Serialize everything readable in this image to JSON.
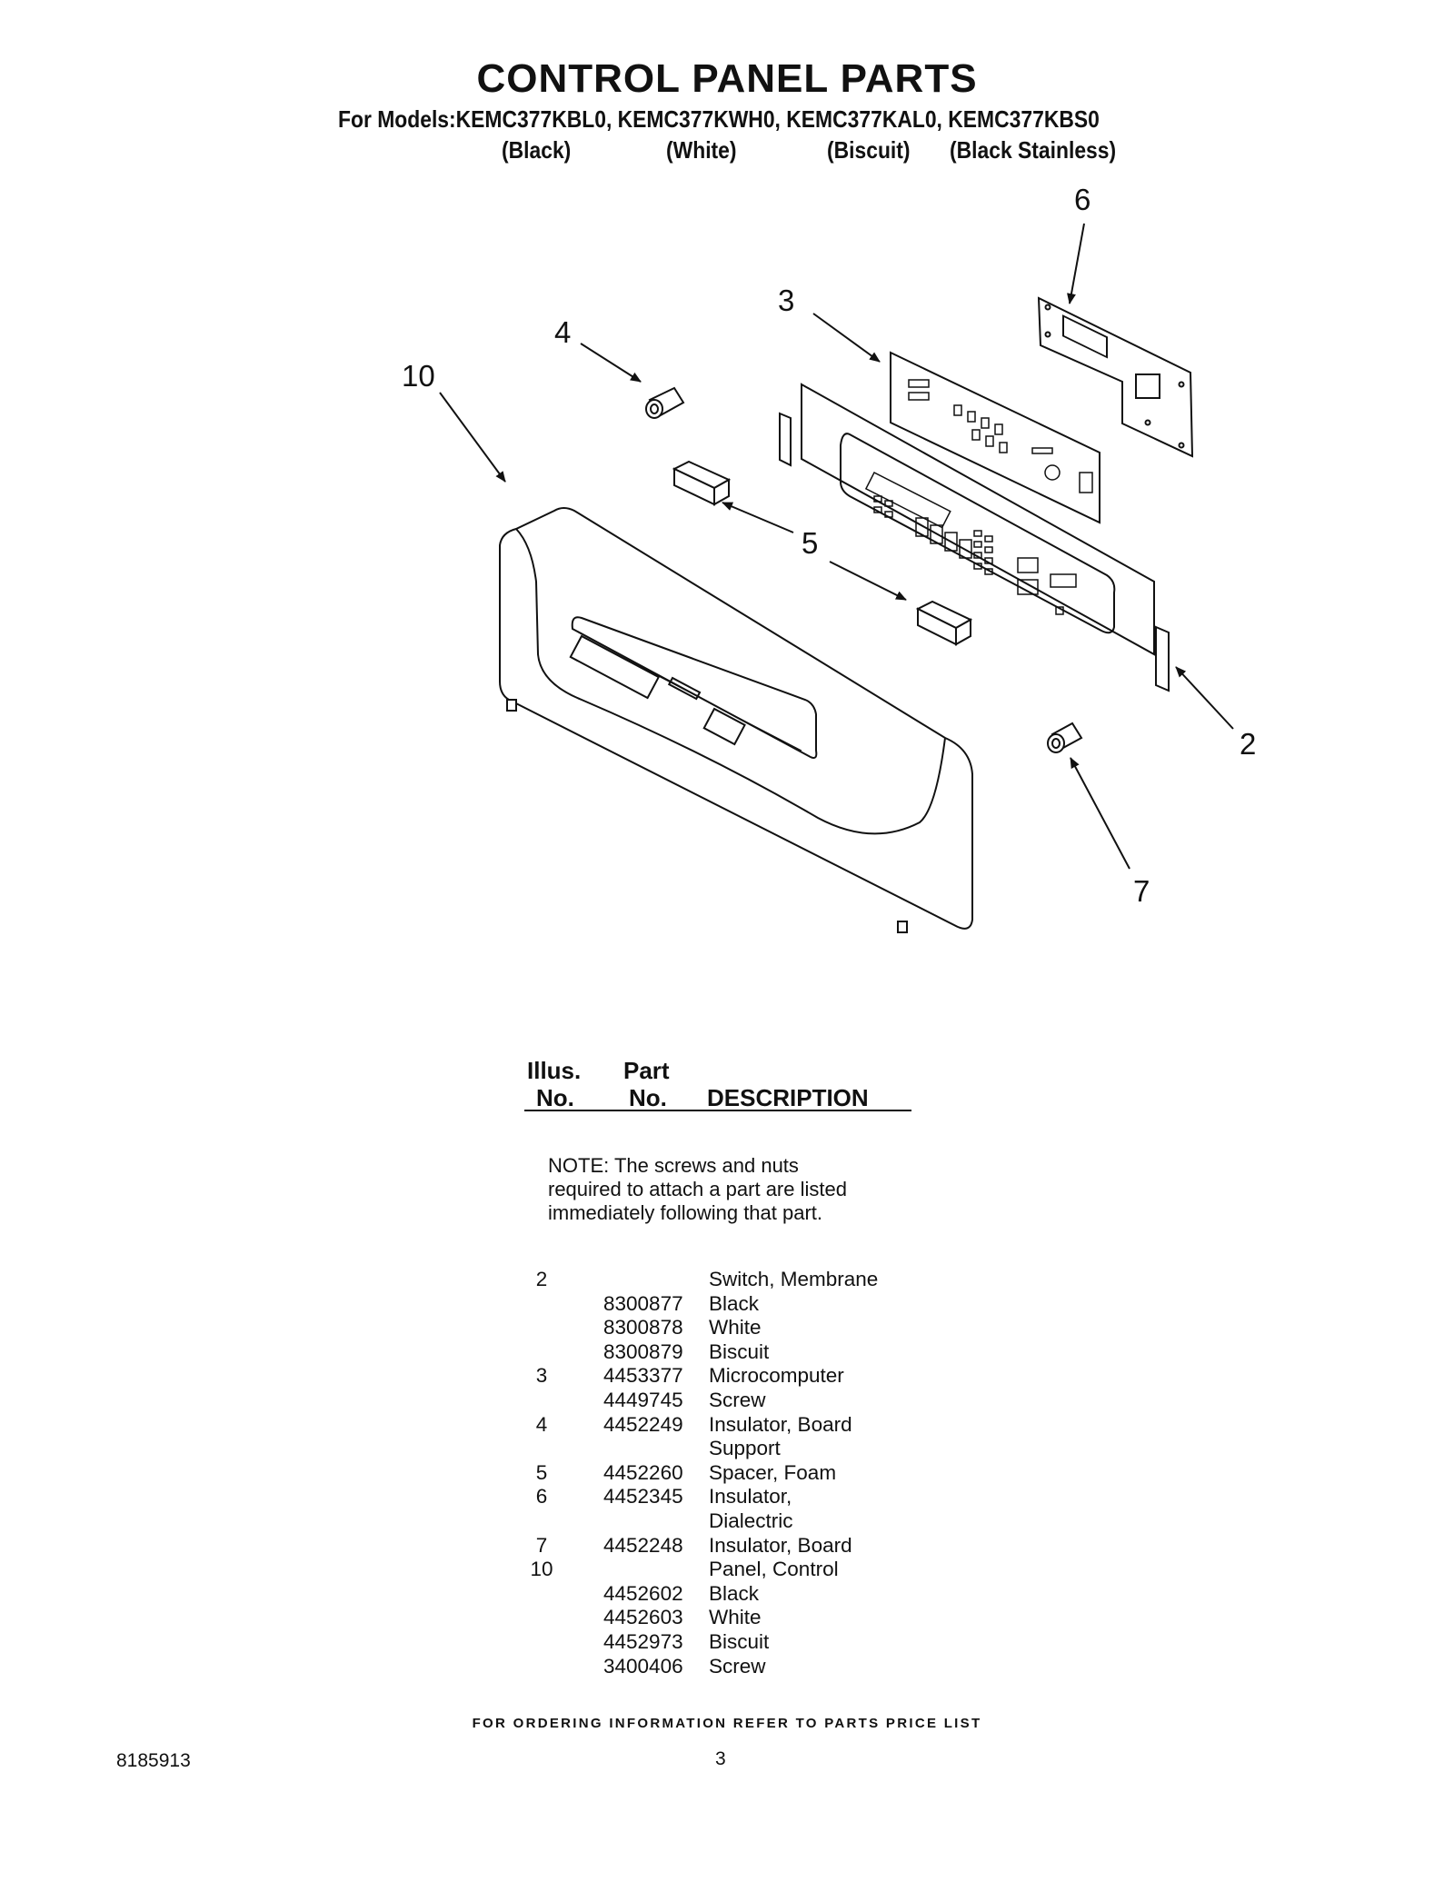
{
  "header": {
    "title": "CONTROL PANEL PARTS",
    "models_line": "For Models:KEMC377KBL0, KEMC377KWH0, KEMC377KAL0, KEMC377KBS0",
    "colors": [
      "(Black)",
      "(White)",
      "(Biscuit)",
      "(Black Stainless)"
    ]
  },
  "diagram": {
    "callouts": [
      "6",
      "3",
      "4",
      "10",
      "5",
      "2",
      "7"
    ]
  },
  "table": {
    "header": {
      "illus_line1": "Illus.",
      "illus_line2": "No.",
      "part_line1": "Part",
      "part_line2": "No.",
      "description": "DESCRIPTION"
    },
    "note": "NOTE: The screws and nuts required to attach a part are listed immediately following that part.",
    "rows": [
      {
        "illus": "2",
        "part": "",
        "description": "Switch, Membrane"
      },
      {
        "illus": "",
        "part": "8300877",
        "description": "Black"
      },
      {
        "illus": "",
        "part": "8300878",
        "description": "White"
      },
      {
        "illus": "",
        "part": "8300879",
        "description": "Biscuit"
      },
      {
        "illus": "3",
        "part": "4453377",
        "description": "Microcomputer"
      },
      {
        "illus": "",
        "part": "4449745",
        "description": "Screw"
      },
      {
        "illus": "4",
        "part": "4452249",
        "description": "Insulator, Board"
      },
      {
        "illus": "",
        "part": "",
        "description": "Support"
      },
      {
        "illus": "5",
        "part": "4452260",
        "description": "Spacer, Foam"
      },
      {
        "illus": "6",
        "part": "4452345",
        "description": "Insulator,"
      },
      {
        "illus": "",
        "part": "",
        "description": "Dialectric"
      },
      {
        "illus": "7",
        "part": "4452248",
        "description": "Insulator, Board"
      },
      {
        "illus": "10",
        "part": "",
        "description": "Panel, Control"
      },
      {
        "illus": "",
        "part": "4452602",
        "description": "Black"
      },
      {
        "illus": "",
        "part": "4452603",
        "description": "White"
      },
      {
        "illus": "",
        "part": "4452973",
        "description": "Biscuit"
      },
      {
        "illus": "",
        "part": "3400406",
        "description": "Screw"
      }
    ]
  },
  "footer": {
    "ordering": "FOR ORDERING INFORMATION REFER TO PARTS PRICE LIST",
    "doc_number": "8185913",
    "page_number": "3"
  }
}
